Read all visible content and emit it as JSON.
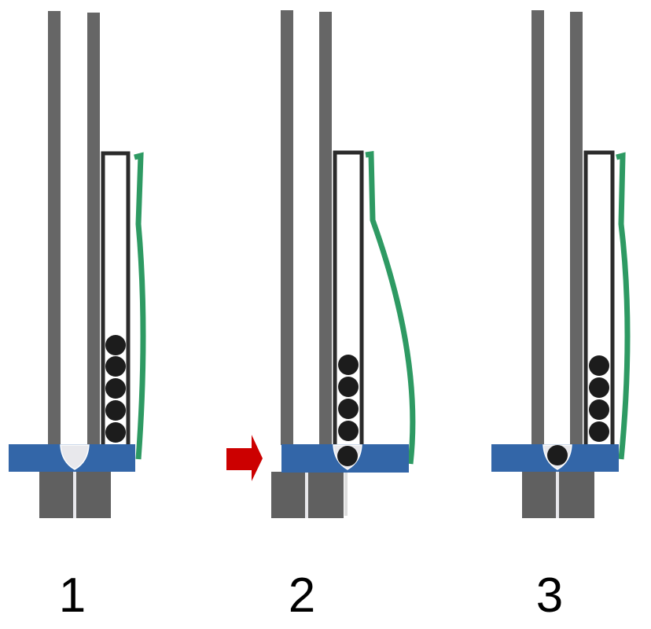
{
  "steps": [
    {
      "label": "1"
    },
    {
      "label": "2"
    },
    {
      "label": "3"
    }
  ],
  "colors": {
    "post": "#666666",
    "tube_outline": "#2b2b2b",
    "ball": "#1c1c1c",
    "spring": "#2e9a63",
    "slider": "#3366a8",
    "base": "#606060",
    "cup": "#e8e8ec",
    "arrow": "#cc0000",
    "label": "#000000"
  },
  "icons": {
    "arrow": "right-arrow-icon"
  }
}
